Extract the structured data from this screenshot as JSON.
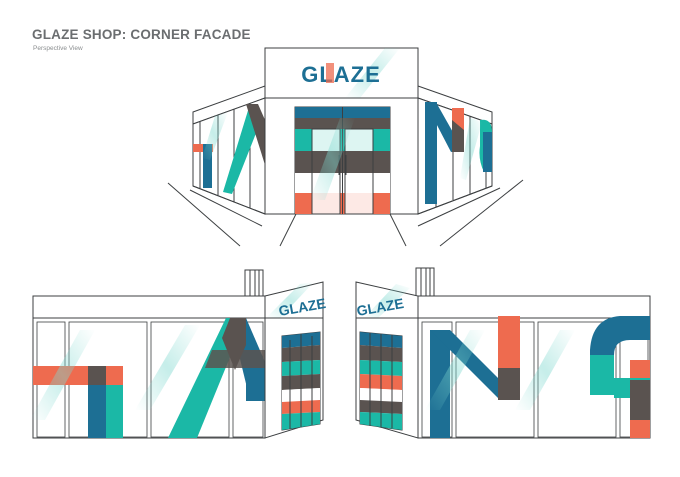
{
  "header": {
    "title": "GLAZE SHOP: CORNER FACADE",
    "subtitle": "Perspective View"
  },
  "sign": {
    "main": "GLAZE",
    "left_elevation": "GLAZE",
    "right_elevation": "GLAZE"
  },
  "colors": {
    "blue": "#1d6f94",
    "teal": "#1bb8a6",
    "coral": "#ee6b4f",
    "overlap": "#5a5350",
    "line": "#3c3f41",
    "title": "#6b6e70"
  }
}
